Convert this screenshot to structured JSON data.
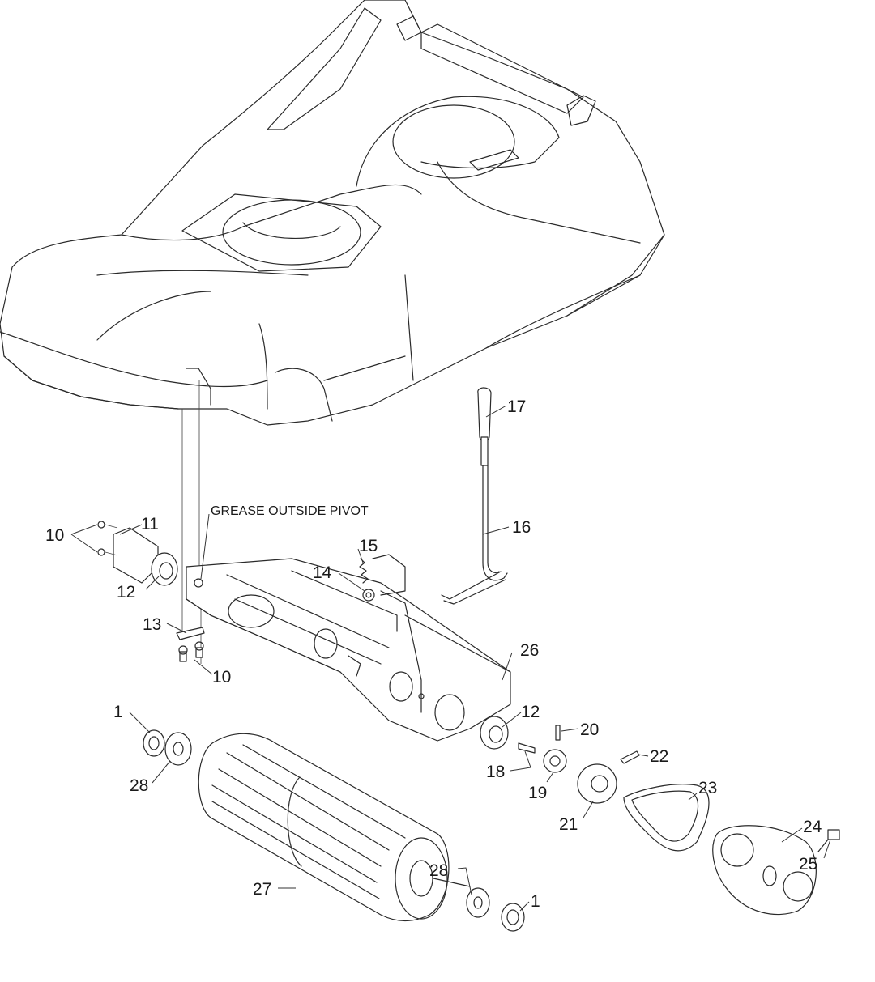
{
  "note": "GREASE OUTSIDE PIVOT",
  "callouts": {
    "p1a": "1",
    "p1b": "1",
    "p10a": "10",
    "p10b": "10",
    "p11": "11",
    "p12a": "12",
    "p12b": "12",
    "p13": "13",
    "p14": "14",
    "p15": "15",
    "p16": "16",
    "p17": "17",
    "p18": "18",
    "p19": "19",
    "p20": "20",
    "p21": "21",
    "p22": "22",
    "p23": "23",
    "p24": "24",
    "p25": "25",
    "p26": "26",
    "p27": "27",
    "p28a": "28",
    "p28b": "28"
  }
}
